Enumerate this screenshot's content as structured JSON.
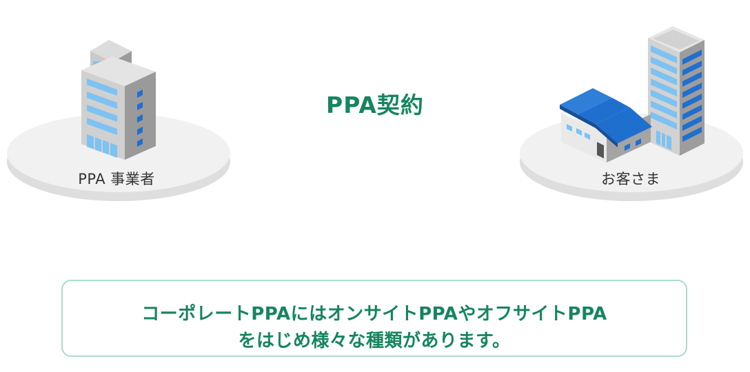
{
  "colors": {
    "accent_green": "#16855f",
    "box_border": "#a9dcc7",
    "platform": "#ececec",
    "window_blue": "#7cc2f2",
    "roof_blue": "#1f6fcf"
  },
  "diagram": {
    "title": "PPA契約",
    "provider": {
      "label": "PPA 事業者",
      "icon": "office-building-icon"
    },
    "customer": {
      "label": "お客さま",
      "icon": "factory-and-tower-icon"
    }
  },
  "note": {
    "line1": "コーポレートPPAにはオンサイトPPAやオフサイトPPA",
    "line2": "をはじめ様々な種類があります。"
  }
}
